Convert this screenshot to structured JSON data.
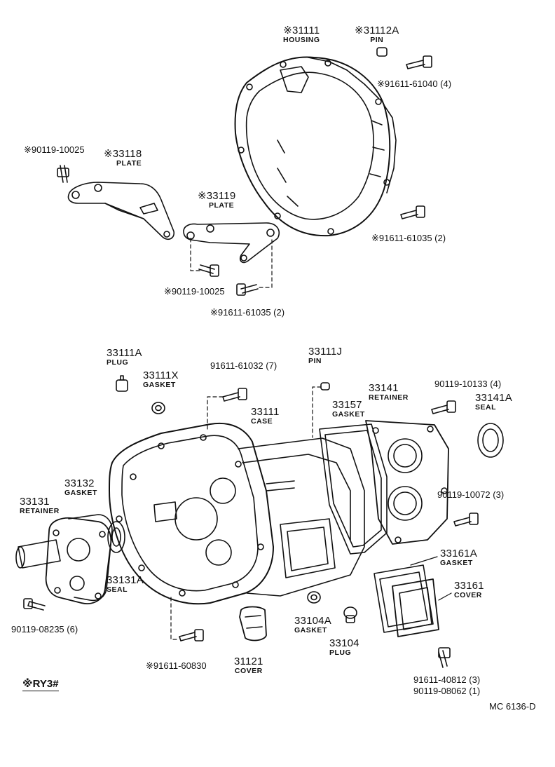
{
  "labels": {
    "housing": {
      "part": "※31111",
      "name": "HOUSING"
    },
    "pin_top": {
      "part": "※31112A",
      "name": "PIN"
    },
    "bolt_top4": {
      "part": "※91611-61040 (4)"
    },
    "bolt_top_left": {
      "part": "※90119-10025"
    },
    "plate_33118": {
      "part": "※33118",
      "name": "PLATE"
    },
    "plate_33119": {
      "part": "※33119",
      "name": "PLATE"
    },
    "bolt_hs2": {
      "part": "※91611-61035 (2)"
    },
    "bolt_mid1": {
      "part": "※90119-10025"
    },
    "bolt_mid2": {
      "part": "※91611-61035 (2)"
    },
    "plug_33111a": {
      "part": "33111A",
      "name": "PLUG"
    },
    "gasket_33111x": {
      "part": "33111X",
      "name": "GASKET"
    },
    "bolt_61032": {
      "part": "91611-61032 (7)"
    },
    "pin_33111j": {
      "part": "33111J",
      "name": "PIN"
    },
    "case_33111": {
      "part": "33111",
      "name": "CASE"
    },
    "gasket_33157": {
      "part": "33157",
      "name": "GASKET"
    },
    "retainer_33141": {
      "part": "33141",
      "name": "RETAINER"
    },
    "bolt_10133": {
      "part": "90119-10133 (4)"
    },
    "seal_33141a": {
      "part": "33141A",
      "name": "SEAL"
    },
    "gasket_33132": {
      "part": "33132",
      "name": "GASKET"
    },
    "retainer_33131": {
      "part": "33131",
      "name": "RETAINER"
    },
    "seal_33131a": {
      "part": "33131A",
      "name": "SEAL"
    },
    "bolt_10072": {
      "part": "90119-10072 (3)"
    },
    "gasket_33161a": {
      "part": "33161A",
      "name": "GASKET"
    },
    "cover_33161": {
      "part": "33161",
      "name": "COVER"
    },
    "bolt_08235": {
      "part": "90119-08235 (6)"
    },
    "bolt_60830": {
      "part": "※91611-60830"
    },
    "cover_31121": {
      "part": "31121",
      "name": "COVER"
    },
    "gasket_33104a": {
      "part": "33104A",
      "name": "GASKET"
    },
    "plug_33104": {
      "part": "33104",
      "name": "PLUG"
    },
    "bolt_40812": {
      "part": "91611-40812 (3)"
    },
    "bolt_08062": {
      "part": "90119-08062 (1)"
    }
  },
  "legend": "※RY3#",
  "diagram_code": "MC  6136-D"
}
